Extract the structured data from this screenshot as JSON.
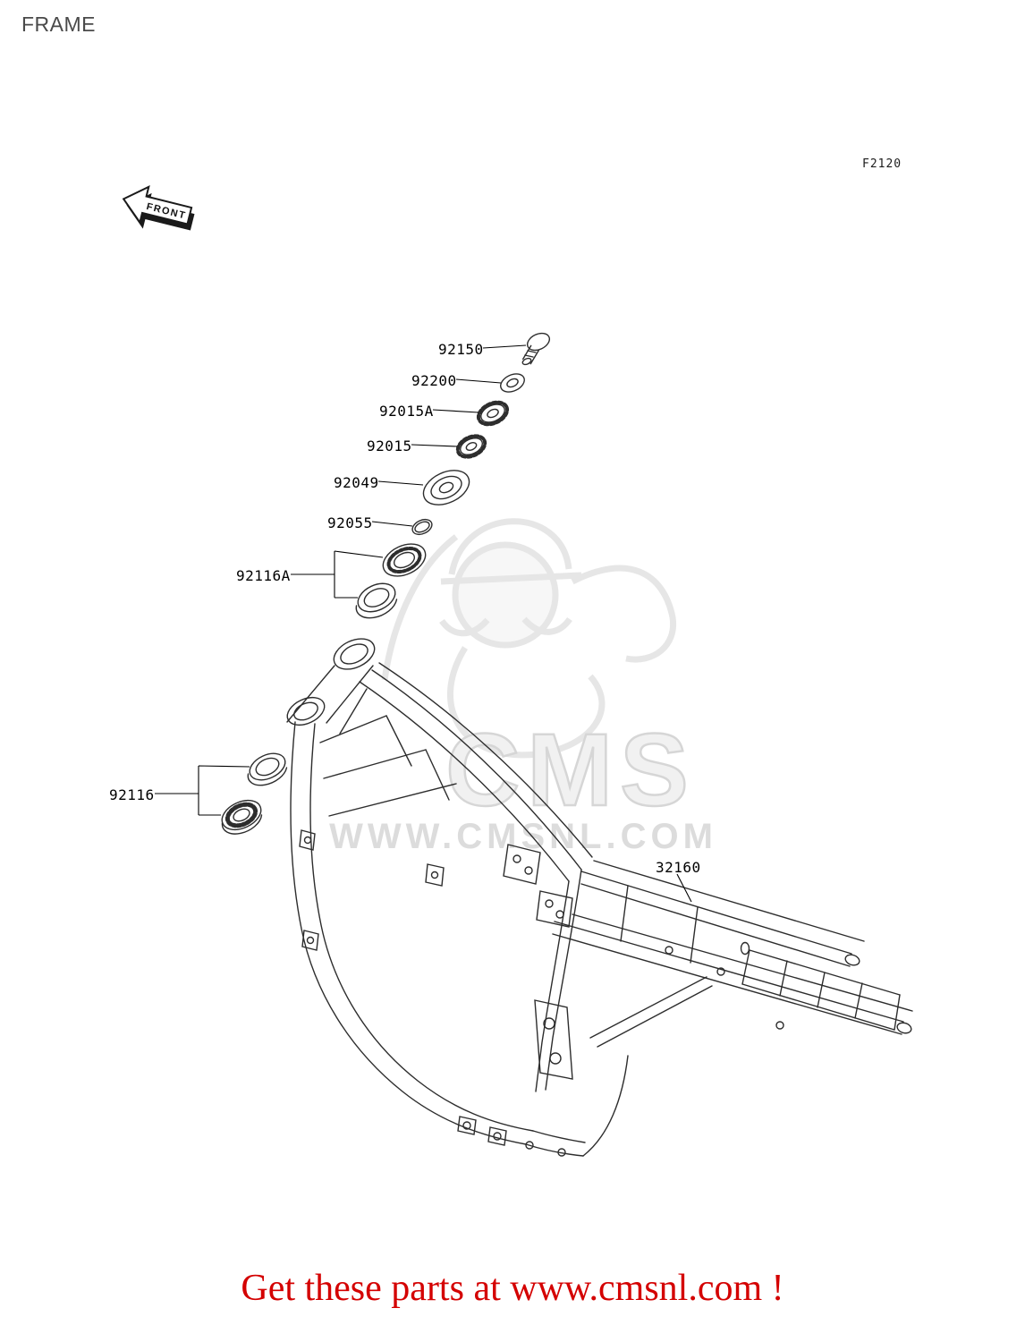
{
  "page": {
    "title": "FRAME",
    "figure_code": "F2120",
    "footer": "Get these parts at www.cmsnl.com !"
  },
  "front_arrow": {
    "label": "FRONT"
  },
  "watermark": {
    "logo_text": "CMS",
    "url_text": "WWW.CMSNL.COM"
  },
  "parts": [
    {
      "number": "92150"
    },
    {
      "number": "92200"
    },
    {
      "number": "92015A"
    },
    {
      "number": "92015"
    },
    {
      "number": "92049"
    },
    {
      "number": "92055"
    },
    {
      "number": "92116A"
    },
    {
      "number": "92116"
    },
    {
      "number": "32160"
    }
  ],
  "colors": {
    "accent_red": "#d40000",
    "line": "#2d2d2d",
    "title_gray": "#4a4a4a",
    "watermark_gray": "#e0e0e0"
  }
}
